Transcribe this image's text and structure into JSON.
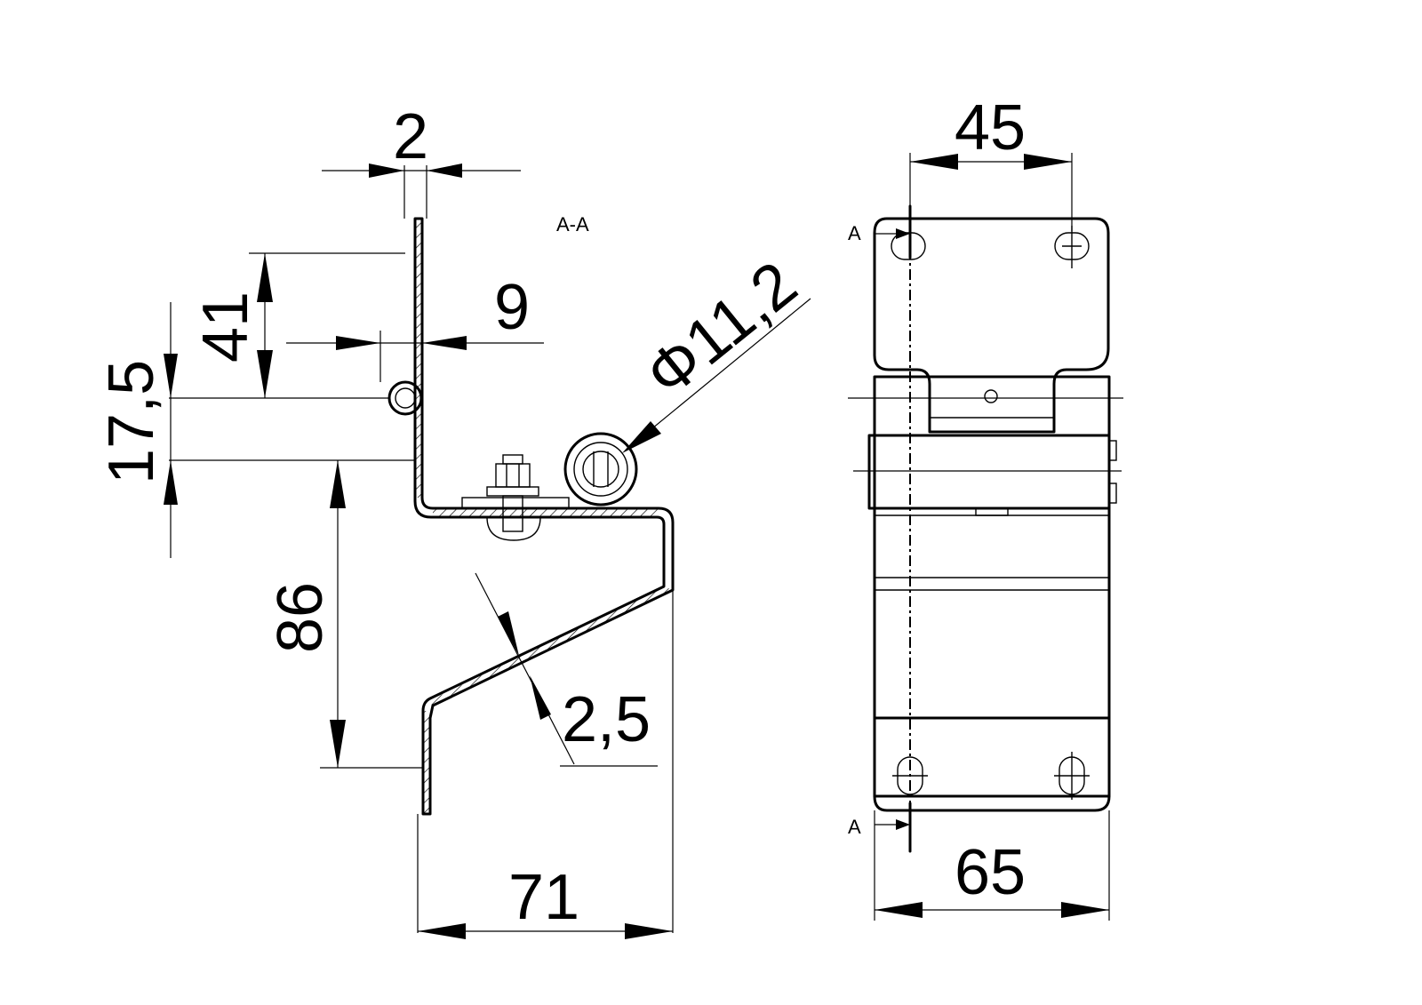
{
  "section_title": "A-A",
  "section_marker": "A",
  "dimensions": {
    "thickness_top": "2",
    "height_41": "41",
    "offset_9": "9",
    "height_17_5": "17,5",
    "diameter": "Φ11,2",
    "height_86": "86",
    "thickness_2_5": "2,5",
    "width_71": "71",
    "width_45": "45",
    "width_65": "65"
  }
}
